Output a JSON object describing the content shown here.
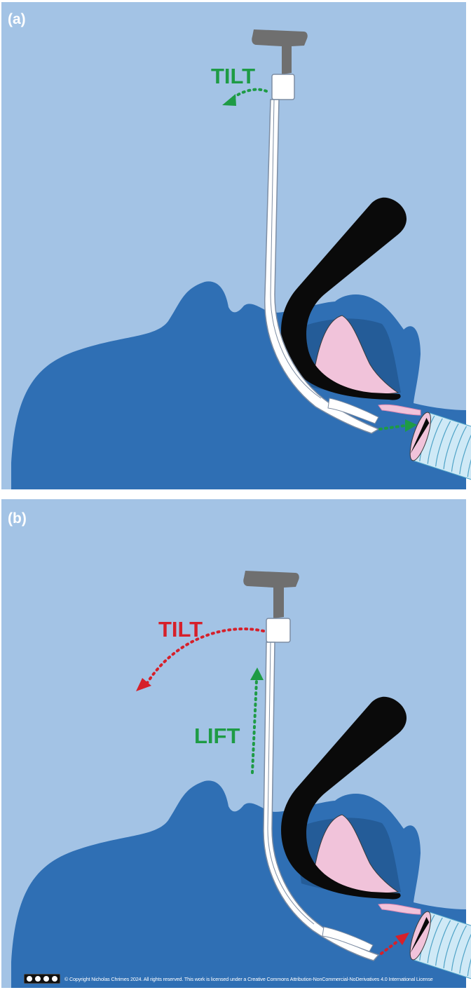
{
  "panels": [
    {
      "label": "(a)",
      "tilt_label": "TILT",
      "tilt_color": "#1e9b45"
    },
    {
      "label": "(b)",
      "tilt_label": "TILT",
      "tilt_color": "#d6202a",
      "lift_label": "LIFT",
      "lift_color": "#1e9b45"
    }
  ],
  "colors": {
    "background": "#a3c3e5",
    "head": "#2f6fb4",
    "blade": "#0a0a0a",
    "tongue": "#f1c3da",
    "handle": "#6f6f6f",
    "trachea_ring": "#cfe9f6",
    "green": "#1e9b45",
    "red": "#d6202a"
  },
  "footer": {
    "license_badge": "cc by nc nd",
    "copyright": "© Copyright Nicholas Chrimes 2024. All rights reserved. This work is licensed under a Creative  Commons Attribution-NonCommercial-NoDerivatives 4.0 International  License"
  }
}
